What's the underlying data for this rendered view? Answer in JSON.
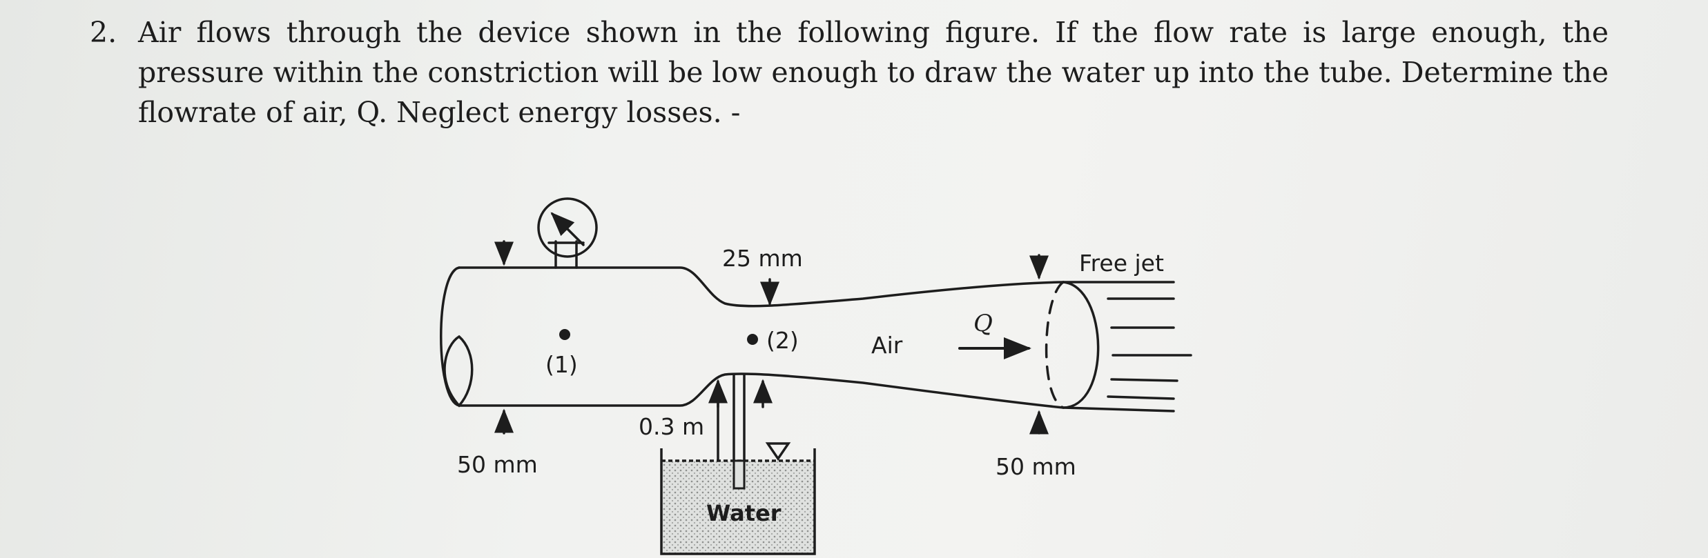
{
  "problem": {
    "number": "2.",
    "text": "Air flows through the device shown in the following figure.  If the flow rate is large enough, the pressure within the constriction will be low enough to draw the water up into the tube. Determine the flowrate of air, Q. Neglect energy losses. -"
  },
  "figure": {
    "labels": {
      "inlet_diameter": "50 mm",
      "point1": "(1)",
      "throat_diameter": "25 mm",
      "point2": "(2)",
      "air": "Air",
      "flow_symbol": "Q",
      "free_jet": "Free jet",
      "outlet_diameter": "50 mm",
      "tube_height": "0.3 m",
      "water": "Water"
    }
  }
}
